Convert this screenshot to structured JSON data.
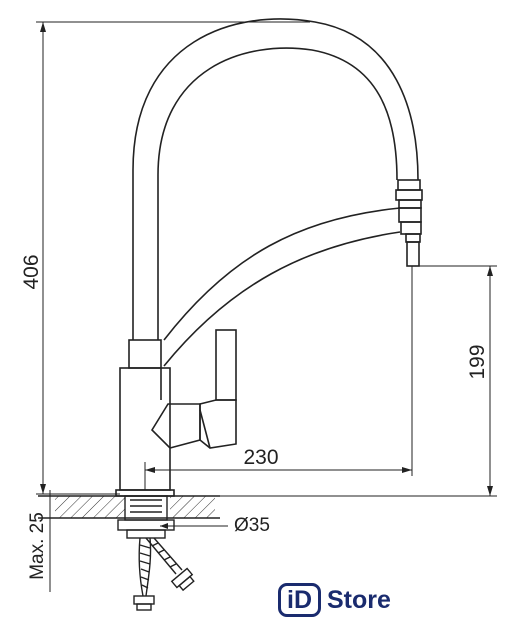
{
  "dimensions": {
    "height_total": "406",
    "height_spout": "199",
    "reach": "230",
    "diameter": "Ø35",
    "max_thickness": "Max. 25"
  },
  "brand": {
    "box_text": "iD",
    "word": "Store",
    "color": "#1a2b6e"
  },
  "colors": {
    "line": "#222222",
    "background": "#ffffff"
  }
}
